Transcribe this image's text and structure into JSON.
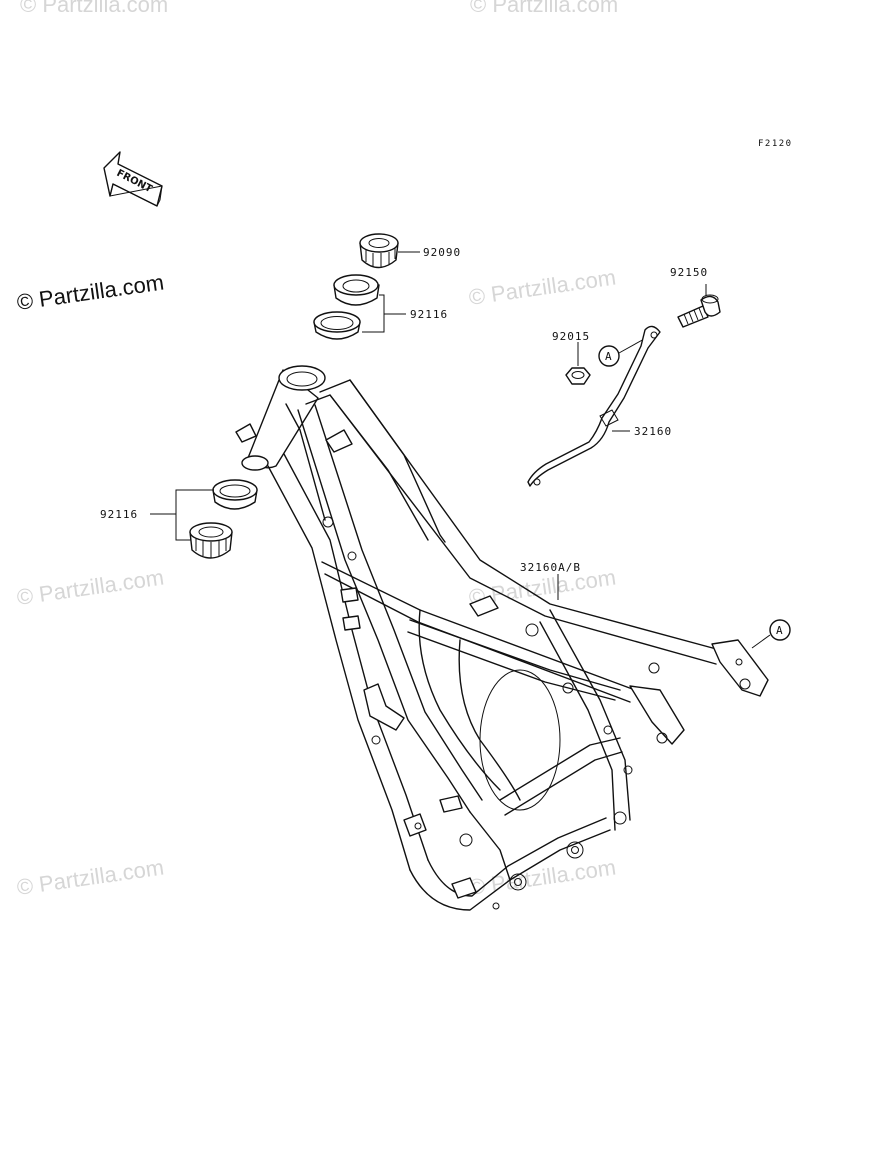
{
  "figure_code": "F2120",
  "front_label": "FRONT",
  "watermarks": {
    "primary": "© Partzilla.com",
    "faint": "© Partzilla.com"
  },
  "reference_marker": "A",
  "callouts": {
    "steering_stem_nut": "92090",
    "upper_bearing_race": "92116",
    "lower_bearing_race": "92116",
    "bolt": "92150",
    "nut": "92015",
    "side_stand_bracket": "32160",
    "rear_frame": "32160A/B"
  },
  "colors": {
    "line": "#111111",
    "watermark": "#d6d6d6"
  }
}
